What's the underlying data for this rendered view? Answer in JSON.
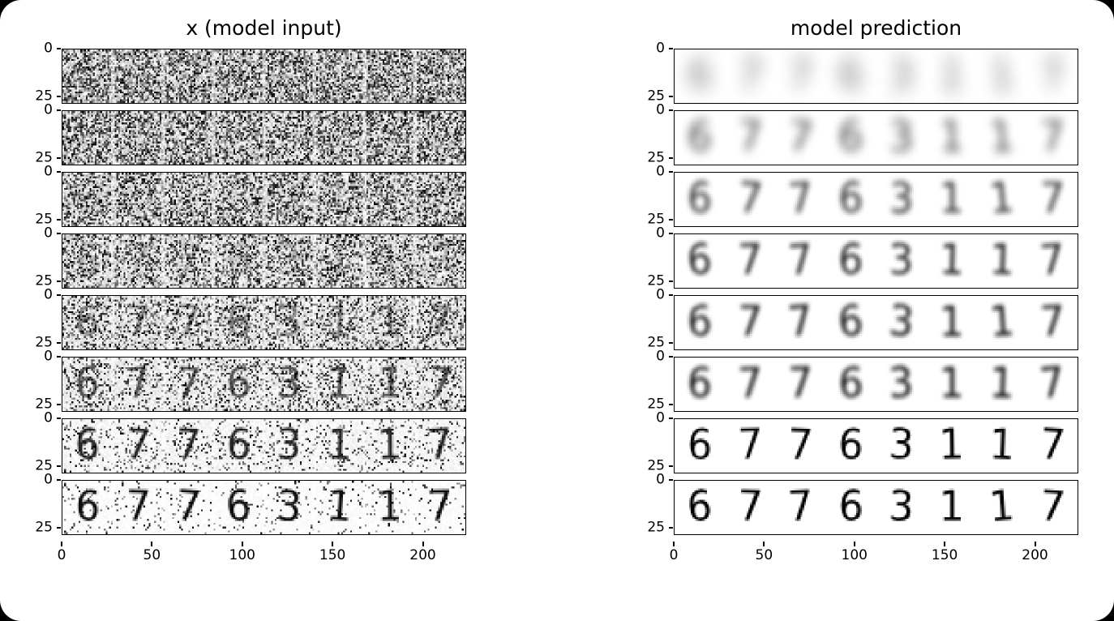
{
  "colors": {
    "foreground": "#000000",
    "background": "#ffffff"
  },
  "chart_data": [
    {
      "type": "heatmap",
      "panel": "left",
      "title": "x (model input)",
      "rows": 8,
      "images_per_row": 8,
      "image_size": 28,
      "digits": [
        6,
        7,
        7,
        6,
        3,
        1,
        1,
        7
      ],
      "noise_levels": [
        1.0,
        0.97,
        0.9,
        0.8,
        0.68,
        0.5,
        0.28,
        0.12
      ],
      "digit_visibility": [
        0.0,
        0.03,
        0.08,
        0.2,
        0.42,
        0.65,
        0.85,
        0.95
      ],
      "yticks": [
        0,
        25
      ],
      "xticks": [
        0,
        50,
        100,
        150,
        200
      ],
      "xlim": [
        0,
        224
      ],
      "row_ylim": [
        0,
        28
      ]
    },
    {
      "type": "heatmap",
      "panel": "right",
      "title": "model prediction",
      "rows": 8,
      "images_per_row": 8,
      "image_size": 28,
      "digits": [
        6,
        7,
        7,
        6,
        3,
        1,
        1,
        7
      ],
      "blur_levels": [
        4.6,
        2.4,
        1.8,
        1.3,
        1.0,
        0.8,
        0.6,
        0.45
      ],
      "ink_strength": [
        0.55,
        0.72,
        0.8,
        0.88,
        0.92,
        0.95,
        0.98,
        1.0
      ],
      "yticks": [
        0,
        25
      ],
      "xticks": [
        0,
        50,
        100,
        150,
        200
      ],
      "xlim": [
        0,
        224
      ],
      "row_ylim": [
        0,
        28
      ]
    }
  ]
}
